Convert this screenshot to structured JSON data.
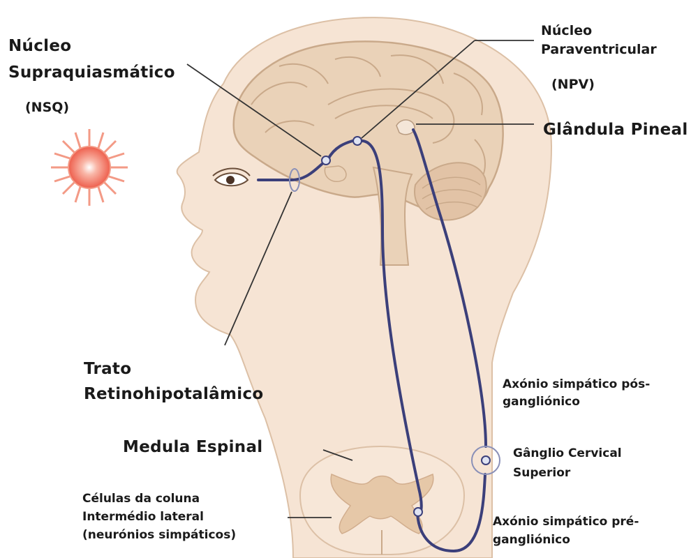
{
  "labels": {
    "nsq_line1": "Núcleo",
    "nsq_line2": "Supraquiasmático",
    "nsq_abbr": "(NSQ)",
    "npv_line1": "Núcleo",
    "npv_line2": "Paraventricular",
    "npv_abbr": "(NPV)",
    "pineal": "Glândula Pineal",
    "trato_line1": "Trato",
    "trato_line2": "Retinohipotalâmico",
    "medula": "Medula Espinal",
    "celulas_line1": "Células da coluna",
    "celulas_line2": "Intermédio lateral",
    "celulas_line3": "(neurónios simpáticos)",
    "pos_line1": "Axónio simpático pós-",
    "pos_line2": "gangliónico",
    "ganglio_line1": "Gânglio Cervical",
    "ganglio_line2": "Superior",
    "pre_line1": "Axónio simpático pré-",
    "pre_line2": "gangliónico"
  },
  "colors": {
    "skin": "#f6e4d4",
    "skin_outline": "#dcc0a6",
    "brain": "#ead2b8",
    "brain_outline": "#c9a98a",
    "pathway": "#3b3f7a",
    "sun_outer": "#f39a86",
    "sun_inner": "#ef6b5a",
    "leader": "#333333"
  },
  "icons": {
    "sun": "sun-icon",
    "eye": "eye-icon"
  }
}
